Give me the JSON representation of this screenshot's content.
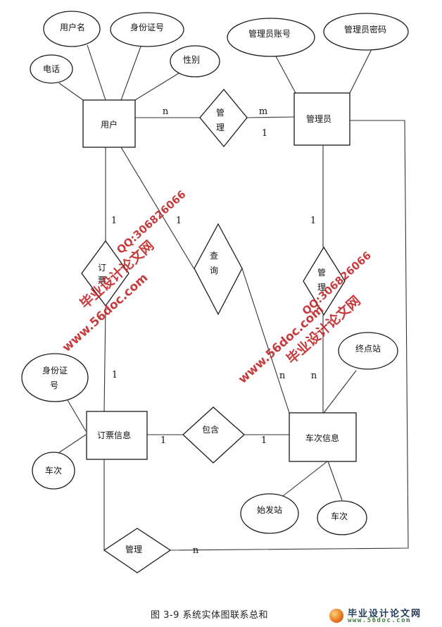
{
  "diagram": {
    "type": "ER diagram",
    "entities": [
      {
        "id": "user",
        "label": "用户"
      },
      {
        "id": "admin",
        "label": "管理员"
      },
      {
        "id": "ticket",
        "label": "订票信息"
      },
      {
        "id": "train",
        "label": "车次信息"
      }
    ],
    "attributes": [
      {
        "id": "user-name",
        "label": "用户名",
        "entity": "user"
      },
      {
        "id": "user-idcard",
        "label": "身份证号",
        "entity": "user"
      },
      {
        "id": "user-phone",
        "label": "电话",
        "entity": "user"
      },
      {
        "id": "user-gender",
        "label": "性别",
        "entity": "user"
      },
      {
        "id": "admin-account",
        "label": "管理员账号",
        "entity": "admin"
      },
      {
        "id": "admin-password",
        "label": "管理员密码",
        "entity": "admin"
      },
      {
        "id": "ticket-idcard",
        "label": "身份证号",
        "entity": "ticket"
      },
      {
        "id": "ticket-trainno",
        "label": "车次",
        "entity": "ticket"
      },
      {
        "id": "train-terminal",
        "label": "终点站",
        "entity": "train"
      },
      {
        "id": "train-origin",
        "label": "始发站",
        "entity": "train"
      },
      {
        "id": "train-trainno",
        "label": "车次",
        "entity": "train"
      }
    ],
    "relationships": [
      {
        "id": "manage-user",
        "label": "管理",
        "between": [
          "user",
          "admin"
        ],
        "cardinality": [
          "n",
          "m"
        ],
        "extra_label": "1"
      },
      {
        "id": "book",
        "label": "订票",
        "between": [
          "user",
          "ticket"
        ],
        "cardinality": [
          "1",
          "1"
        ]
      },
      {
        "id": "query",
        "label": "查询",
        "between": [
          "user",
          "train"
        ],
        "cardinality": [
          "1",
          "n"
        ]
      },
      {
        "id": "manage-train",
        "label": "管理",
        "between": [
          "admin",
          "train"
        ],
        "cardinality": [
          "1",
          "n"
        ]
      },
      {
        "id": "contain",
        "label": "包含",
        "between": [
          "ticket",
          "train"
        ],
        "cardinality": [
          "1",
          "1"
        ]
      },
      {
        "id": "manage-ticket",
        "label": "管理",
        "between": [
          "ticket",
          "admin"
        ],
        "cardinality": [
          "",
          "n"
        ]
      }
    ]
  },
  "labels": {
    "user": "用户",
    "admin": "管理员",
    "ticket": "订票信息",
    "train": "车次信息",
    "user_name": "用户名",
    "user_idcard": "身份证号",
    "user_phone": "电话",
    "user_gender": "性别",
    "admin_account": "管理员账号",
    "admin_password": "管理员密码",
    "ticket_idcard_1": "身份证",
    "ticket_idcard_2": "号",
    "ticket_trainno": "车次",
    "train_terminal": "终点站",
    "train_origin": "始发站",
    "train_trainno": "车次",
    "rel_manage_1": "管",
    "rel_manage_2": "理",
    "rel_manage_h": "管理",
    "rel_book_1": "订",
    "rel_book_2": "票",
    "rel_query_1": "查",
    "rel_query_2": "询",
    "rel_contain": "包含"
  },
  "cardinality": {
    "user_manage_n": "n",
    "manage_admin_m": "m",
    "manage_admin_1": "1",
    "user_book_1": "1",
    "user_query_1": "1",
    "admin_manage_1": "1",
    "book_ticket_1": "1",
    "query_train_n": "n",
    "manage_train_n": "n",
    "ticket_contain_1": "1",
    "contain_train_1": "1",
    "manage_ticket_n": "n"
  },
  "watermark": {
    "site_cn": "毕业设计论文网",
    "site_url": "www.56doc.com",
    "qq": "QQ:306826066",
    "color": "#c0282a"
  },
  "caption": "图 3-9   系统实体图联系总和",
  "logo": {
    "title": "毕业设计论文网",
    "url": "www.56doc.com"
  }
}
